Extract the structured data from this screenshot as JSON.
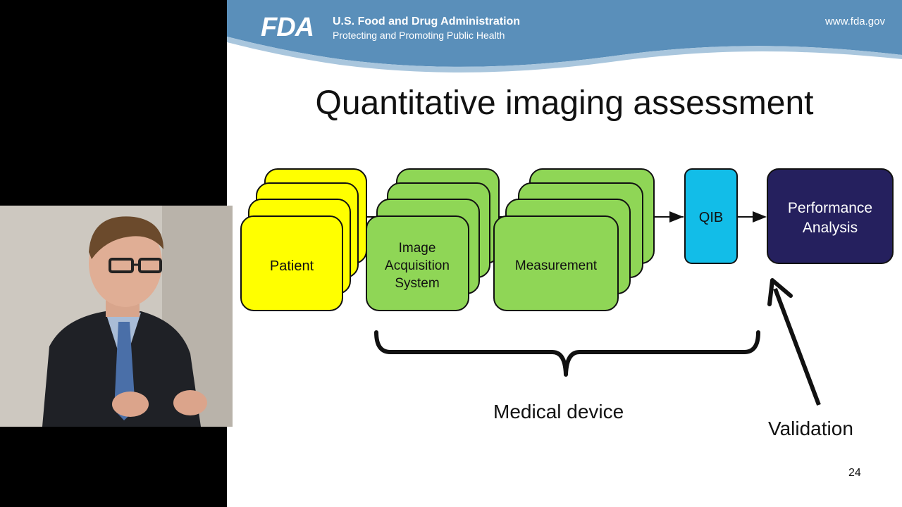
{
  "header": {
    "logo_text": "FDA",
    "agency_name": "U.S. Food and Drug Administration",
    "tagline": "Protecting and Promoting Public Health",
    "url": "www.fda.gov",
    "banner_color": "#5a8fba"
  },
  "slide": {
    "title": "Quantitative imaging assessment",
    "page_number": "24"
  },
  "diagram": {
    "patient": {
      "label": "Patient",
      "color": "#ffff00"
    },
    "image_acquisition": {
      "label_lines": [
        "Image",
        "Acquisition",
        "System"
      ],
      "color": "#8fd656"
    },
    "measurement": {
      "label": "Measurement",
      "color": "#8fd656"
    },
    "qib": {
      "label": "QIB",
      "color": "#12bde8"
    },
    "performance": {
      "label_lines": [
        "Performance",
        "Analysis"
      ],
      "color": "#25205e"
    },
    "brace_label": "Medical device",
    "arrow_label": "Validation"
  }
}
